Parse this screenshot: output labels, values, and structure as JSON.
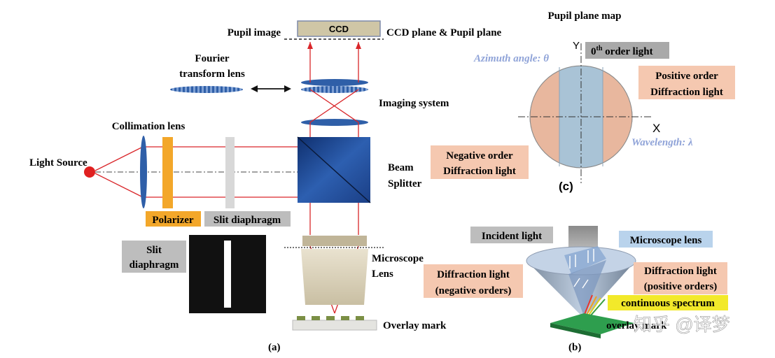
{
  "panel_a": {
    "caption": "(a)",
    "ccd_label": "CCD",
    "pupil_image": "Pupil image",
    "ccd_plane": "CCD plane & Pupil plane",
    "fourier_line1": "Fourier",
    "fourier_line2": "transform lens",
    "imaging_system": "Imaging system",
    "collimation_lens": "Collimation lens",
    "light_source": "Light Source",
    "beam_line1": "Beam",
    "beam_line2": "Splitter",
    "polarizer": "Polarizer",
    "slit_diaphragm": "Slit diaphragm",
    "slit_box_line1": "Slit",
    "slit_box_line2": "diaphragm",
    "microscope_line1": "Microscope",
    "microscope_line2": "Lens",
    "overlay_mark": "Overlay mark"
  },
  "panel_c": {
    "title": "Pupil plane map",
    "y_axis": "Y",
    "x_axis": "X",
    "azimuth": "Azimuth angle: θ",
    "zeroth_order_prefix": "0",
    "zeroth_order_sup": "th",
    "zeroth_order_suffix": " order light",
    "positive_line1": "Positive order",
    "positive_line2": "Diffraction light",
    "negative_line1": "Negative order",
    "negative_line2": "Diffraction light",
    "wavelength": "Wavelength: λ",
    "caption": "(c)"
  },
  "panel_b": {
    "caption": "(b)",
    "incident_light": "Incident light",
    "microscope_lens": "Microscope lens",
    "diff_neg_line1": "Diffraction light",
    "diff_neg_line2": "(negative orders)",
    "diff_pos_line1": "Diffraction light",
    "diff_pos_line2": "(positive orders)",
    "continuous_spectrum": "continuous spectrum",
    "overlay_text": "overlay mark"
  },
  "watermark": "知乎 @译梦",
  "colors": {
    "red_ray": "#d9262a",
    "lens_blue": "#2f5fa8",
    "polarizer_orange": "#f3a72a",
    "label_gray": "#bdbdbd",
    "label_salmon": "#f5c8b0",
    "label_lightblue": "#b9d3ec",
    "label_yellow": "#f2e92a",
    "pupil_fill": "#e8b79e",
    "band_fill": "#a9c3d6"
  }
}
